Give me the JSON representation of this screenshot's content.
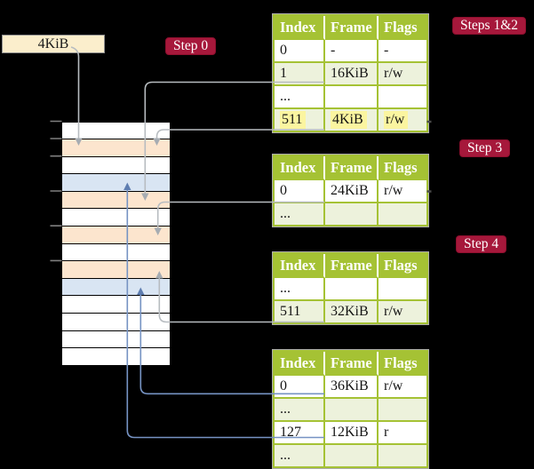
{
  "colors": {
    "background": "#000000",
    "table_header_olive": "#A5C234",
    "table_row_alt_green": "#EDF2DC",
    "highlight_yellow": "#FBF5A0",
    "badge_crimson": "#A6183B",
    "frame_box_cream": "#FBEECC",
    "memory_frame_peach": "#FCE5CE",
    "memory_frame_blue": "#D9E5F3",
    "arrow_gray": "#B7BCC0",
    "arrow_blue": "#7693C3"
  },
  "legend": {
    "frame_size": "4KiB"
  },
  "badges": {
    "step0": "Step 0",
    "steps12": "Steps 1&2",
    "step3": "Step 3",
    "step4": "Step 4"
  },
  "tables": {
    "columns": [
      "Index",
      "Frame",
      "Flags"
    ],
    "t1": {
      "rows": [
        {
          "index": "0",
          "frame": "-",
          "flags": "-"
        },
        {
          "index": "1",
          "frame": "16KiB",
          "flags": "r/w"
        },
        {
          "index": "...",
          "frame": "",
          "flags": ""
        },
        {
          "index": "511",
          "frame": "4KiB",
          "flags": "r/w",
          "highlighted": true
        }
      ]
    },
    "t2": {
      "rows": [
        {
          "index": "0",
          "frame": "24KiB",
          "flags": "r/w"
        },
        {
          "index": "...",
          "frame": "",
          "flags": ""
        }
      ]
    },
    "t3": {
      "rows": [
        {
          "index": "...",
          "frame": "",
          "flags": ""
        },
        {
          "index": "511",
          "frame": "32KiB",
          "flags": "r/w"
        }
      ]
    },
    "t4": {
      "rows": [
        {
          "index": "0",
          "frame": "36KiB",
          "flags": "r/w"
        },
        {
          "index": "...",
          "frame": "",
          "flags": ""
        },
        {
          "index": "127",
          "frame": "12KiB",
          "flags": "r"
        },
        {
          "index": "...",
          "frame": "",
          "flags": ""
        }
      ]
    }
  },
  "memory": {
    "rows": [
      {
        "css": "mem-row"
      },
      {
        "css": "mem-row peach"
      },
      {
        "css": "mem-row"
      },
      {
        "css": "mem-row blue"
      },
      {
        "css": "mem-row peach"
      },
      {
        "css": "mem-row"
      },
      {
        "css": "mem-row peach"
      },
      {
        "css": "mem-row"
      },
      {
        "css": "mem-row peach"
      },
      {
        "css": "mem-row blue"
      },
      {
        "css": "mem-row"
      },
      {
        "css": "mem-row"
      },
      {
        "css": "mem-row"
      },
      {
        "css": "mem-row"
      }
    ]
  }
}
